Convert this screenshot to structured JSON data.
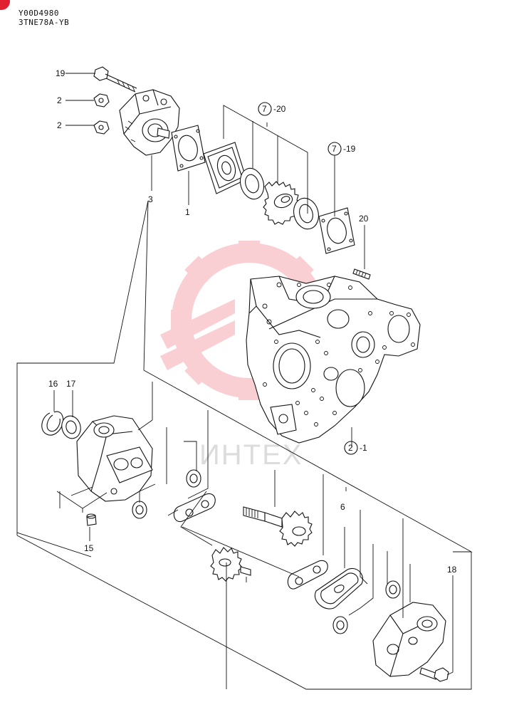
{
  "header": {
    "code": "Y00D4980",
    "model": "3TNE78A-YB"
  },
  "watermark": {
    "text": "ИНТЕХ",
    "color": "#f4a0a8"
  },
  "labels": {
    "l19": "19",
    "l2a": "2",
    "l2b": "2",
    "l3": "3",
    "l1": "1",
    "l7_20_num": "7",
    "l7_20_suf": "-20",
    "l7_19_num": "7",
    "l7_19_suf": "-19",
    "l20": "20",
    "l2_1_num": "2",
    "l2_1_suf": "-1",
    "l16": "16",
    "l17": "17",
    "l15": "15",
    "l6": "6",
    "l18": "18"
  }
}
